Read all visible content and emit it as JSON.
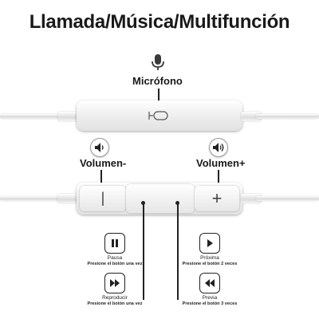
{
  "title": "Llamada/Música/Multifunción",
  "microphone": {
    "label": "Micrófono",
    "icon": "microphone-icon"
  },
  "volume_down": {
    "label": "Volumen-",
    "icon": "speaker-low-icon",
    "glyph": "|"
  },
  "volume_up": {
    "label": "Volumen+",
    "icon": "speaker-high-icon",
    "glyph": "+"
  },
  "actions": {
    "pause": {
      "name": "Pausa",
      "desc": "Presione el botón una vez",
      "icon": "pause-icon"
    },
    "next": {
      "name": "Próxima",
      "desc": "Presione el botón 2 veces",
      "icon": "next-icon"
    },
    "play": {
      "name": "Reproducir",
      "desc": "Presione el botón una vez",
      "icon": "fast-forward-icon"
    },
    "previous": {
      "name": "Previa",
      "desc": "Presione el botón 3 veces",
      "icon": "rewind-icon"
    }
  }
}
